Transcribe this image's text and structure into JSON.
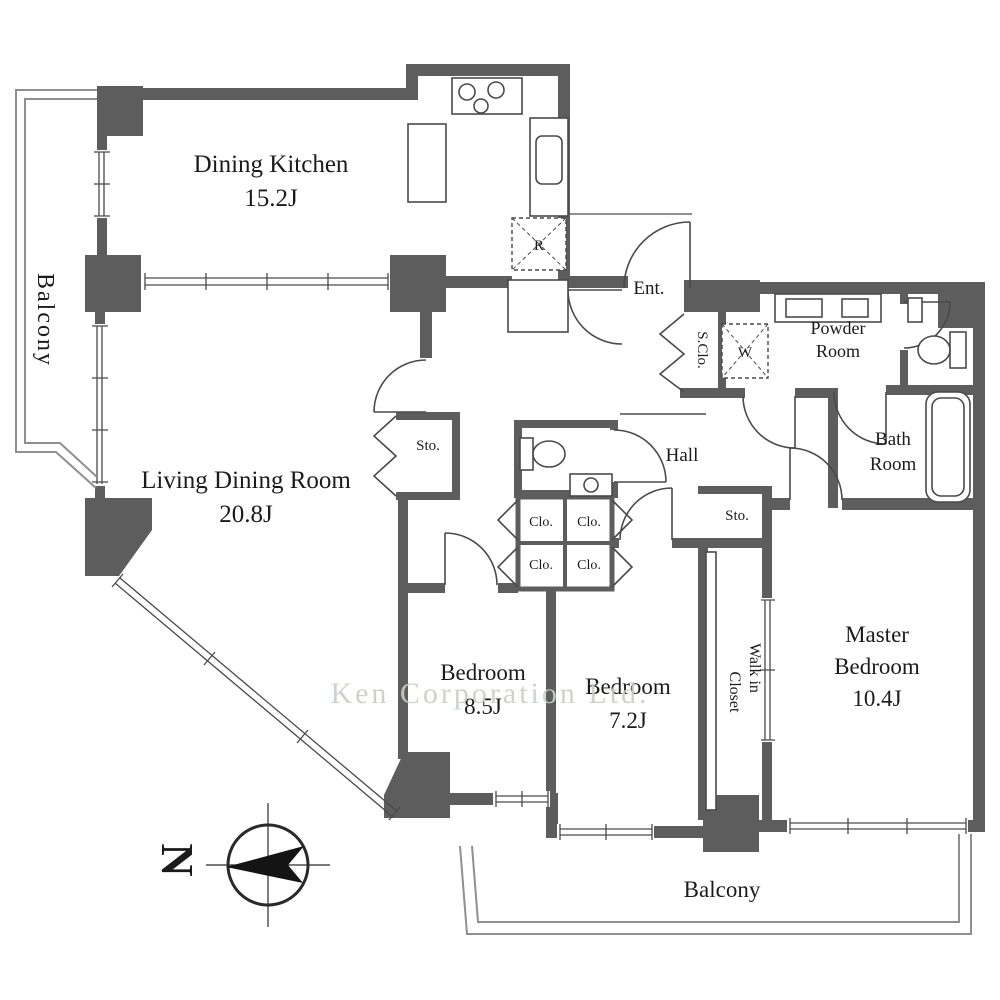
{
  "watermark": "Ken Corporation Ltd.",
  "compass": {
    "north_label": "N"
  },
  "rooms": {
    "dining_kitchen": {
      "name": "Dining Kitchen",
      "size": "15.2J"
    },
    "living_dining_room": {
      "name": "Living Dining Room",
      "size": "20.8J"
    },
    "bedroom_1": {
      "name": "Bedroom",
      "size": "8.5J"
    },
    "bedroom_2": {
      "name": "Bedroom",
      "size": "7.2J"
    },
    "master_bedroom": {
      "line1": "Master",
      "line2": "Bedroom",
      "size": "10.4J"
    },
    "walk_in_closet": {
      "line1": "Walk in",
      "line2": "Closet"
    },
    "powder_room": {
      "line1": "Powder",
      "line2": "Room"
    },
    "bath_room": {
      "line1": "Bath",
      "line2": "Room"
    },
    "hall": "Hall",
    "entrance": "Ent.",
    "balcony_left": "Balcony",
    "balcony_bottom": "Balcony",
    "shoe_closet": "S.Clo.",
    "storage_1": "Sto.",
    "storage_2": "Sto.",
    "closet_tl": "Clo.",
    "closet_tr": "Clo.",
    "closet_bl": "Clo.",
    "closet_br": "Clo."
  },
  "appliances": {
    "refrigerator": "R",
    "washer": "W"
  },
  "colors": {
    "wall": "#5d5d5d",
    "line": "#4a4a4a",
    "watermark": "#c7cfc7"
  }
}
